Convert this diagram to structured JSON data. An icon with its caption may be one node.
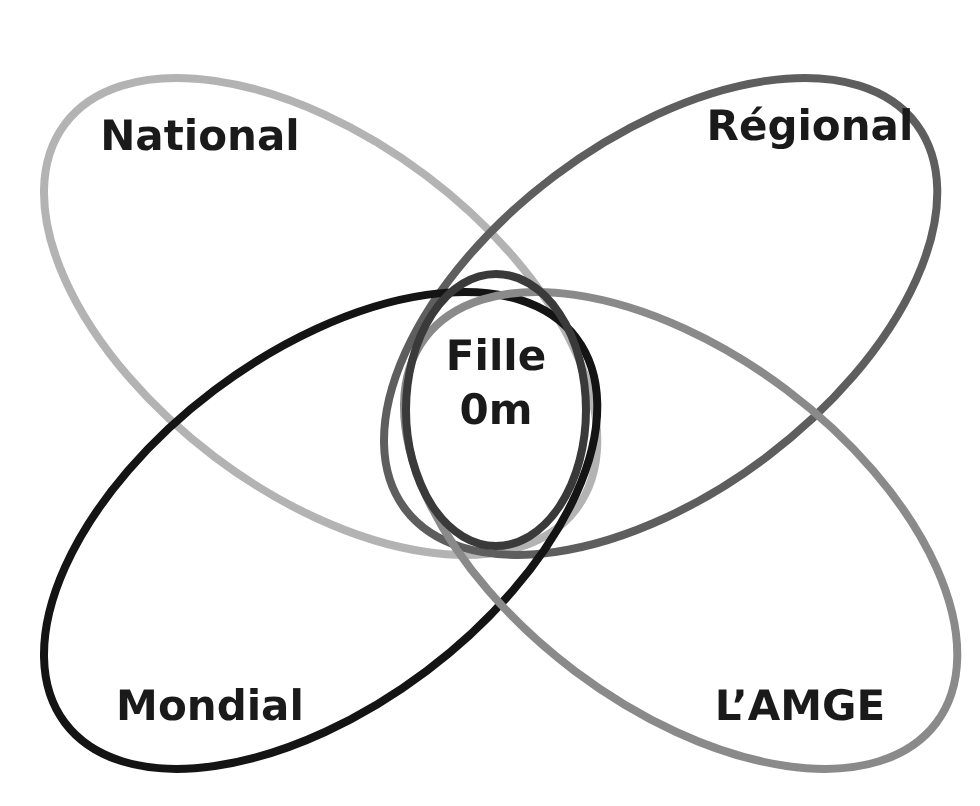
{
  "diagram": {
    "nodes": [
      {
        "text": [
          "National"
        ]
      },
      {
        "text": [
          "Régional"
        ]
      },
      {
        "text": [
          "Mondial"
        ]
      },
      {
        "text": [
          "L’AMGE"
        ]
      },
      {
        "text": [
          "Fille 0m"
        ]
      }
    ],
    "edges": []
  }
}
